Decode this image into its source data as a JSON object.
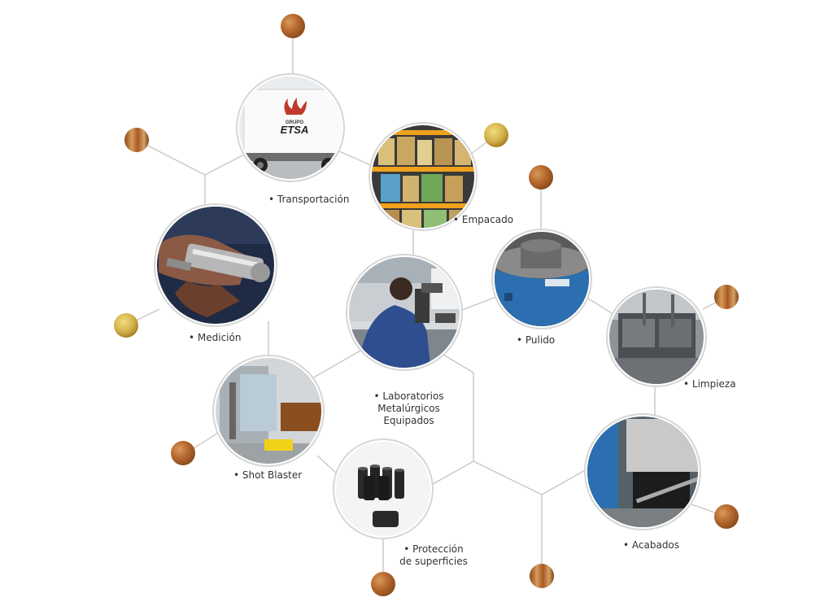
{
  "labels": {
    "transportacion": "• Transportación",
    "empacado": "• Empacado",
    "medicion": "• Medición",
    "pulido": "• Pulido",
    "limpieza": "• Limpieza",
    "laboratorios_1": "• Laboratorios",
    "laboratorios_2": "Metalúrgicos",
    "laboratorios_3": "Equipados",
    "shot_blaster": "• Shot Blaster",
    "proteccion_1": "• Protección",
    "proteccion_2": "de superficies",
    "acabados": "• Acabados"
  },
  "truck": {
    "brand_small": "GRUPO",
    "brand": "ETSA"
  },
  "colors": {
    "line": "#c8c8c8",
    "ring": "#d6d6d6",
    "wood_dark": "#8a4a1c",
    "wood_mid": "#b86a30",
    "wood_light": "#d89a5a",
    "gold_light": "#f2dc7a",
    "gold_dark": "#a0781c",
    "brand_red": "#c0392b",
    "machine_blue": "#2c6fb0",
    "worker_blue": "#2f4e8f"
  }
}
